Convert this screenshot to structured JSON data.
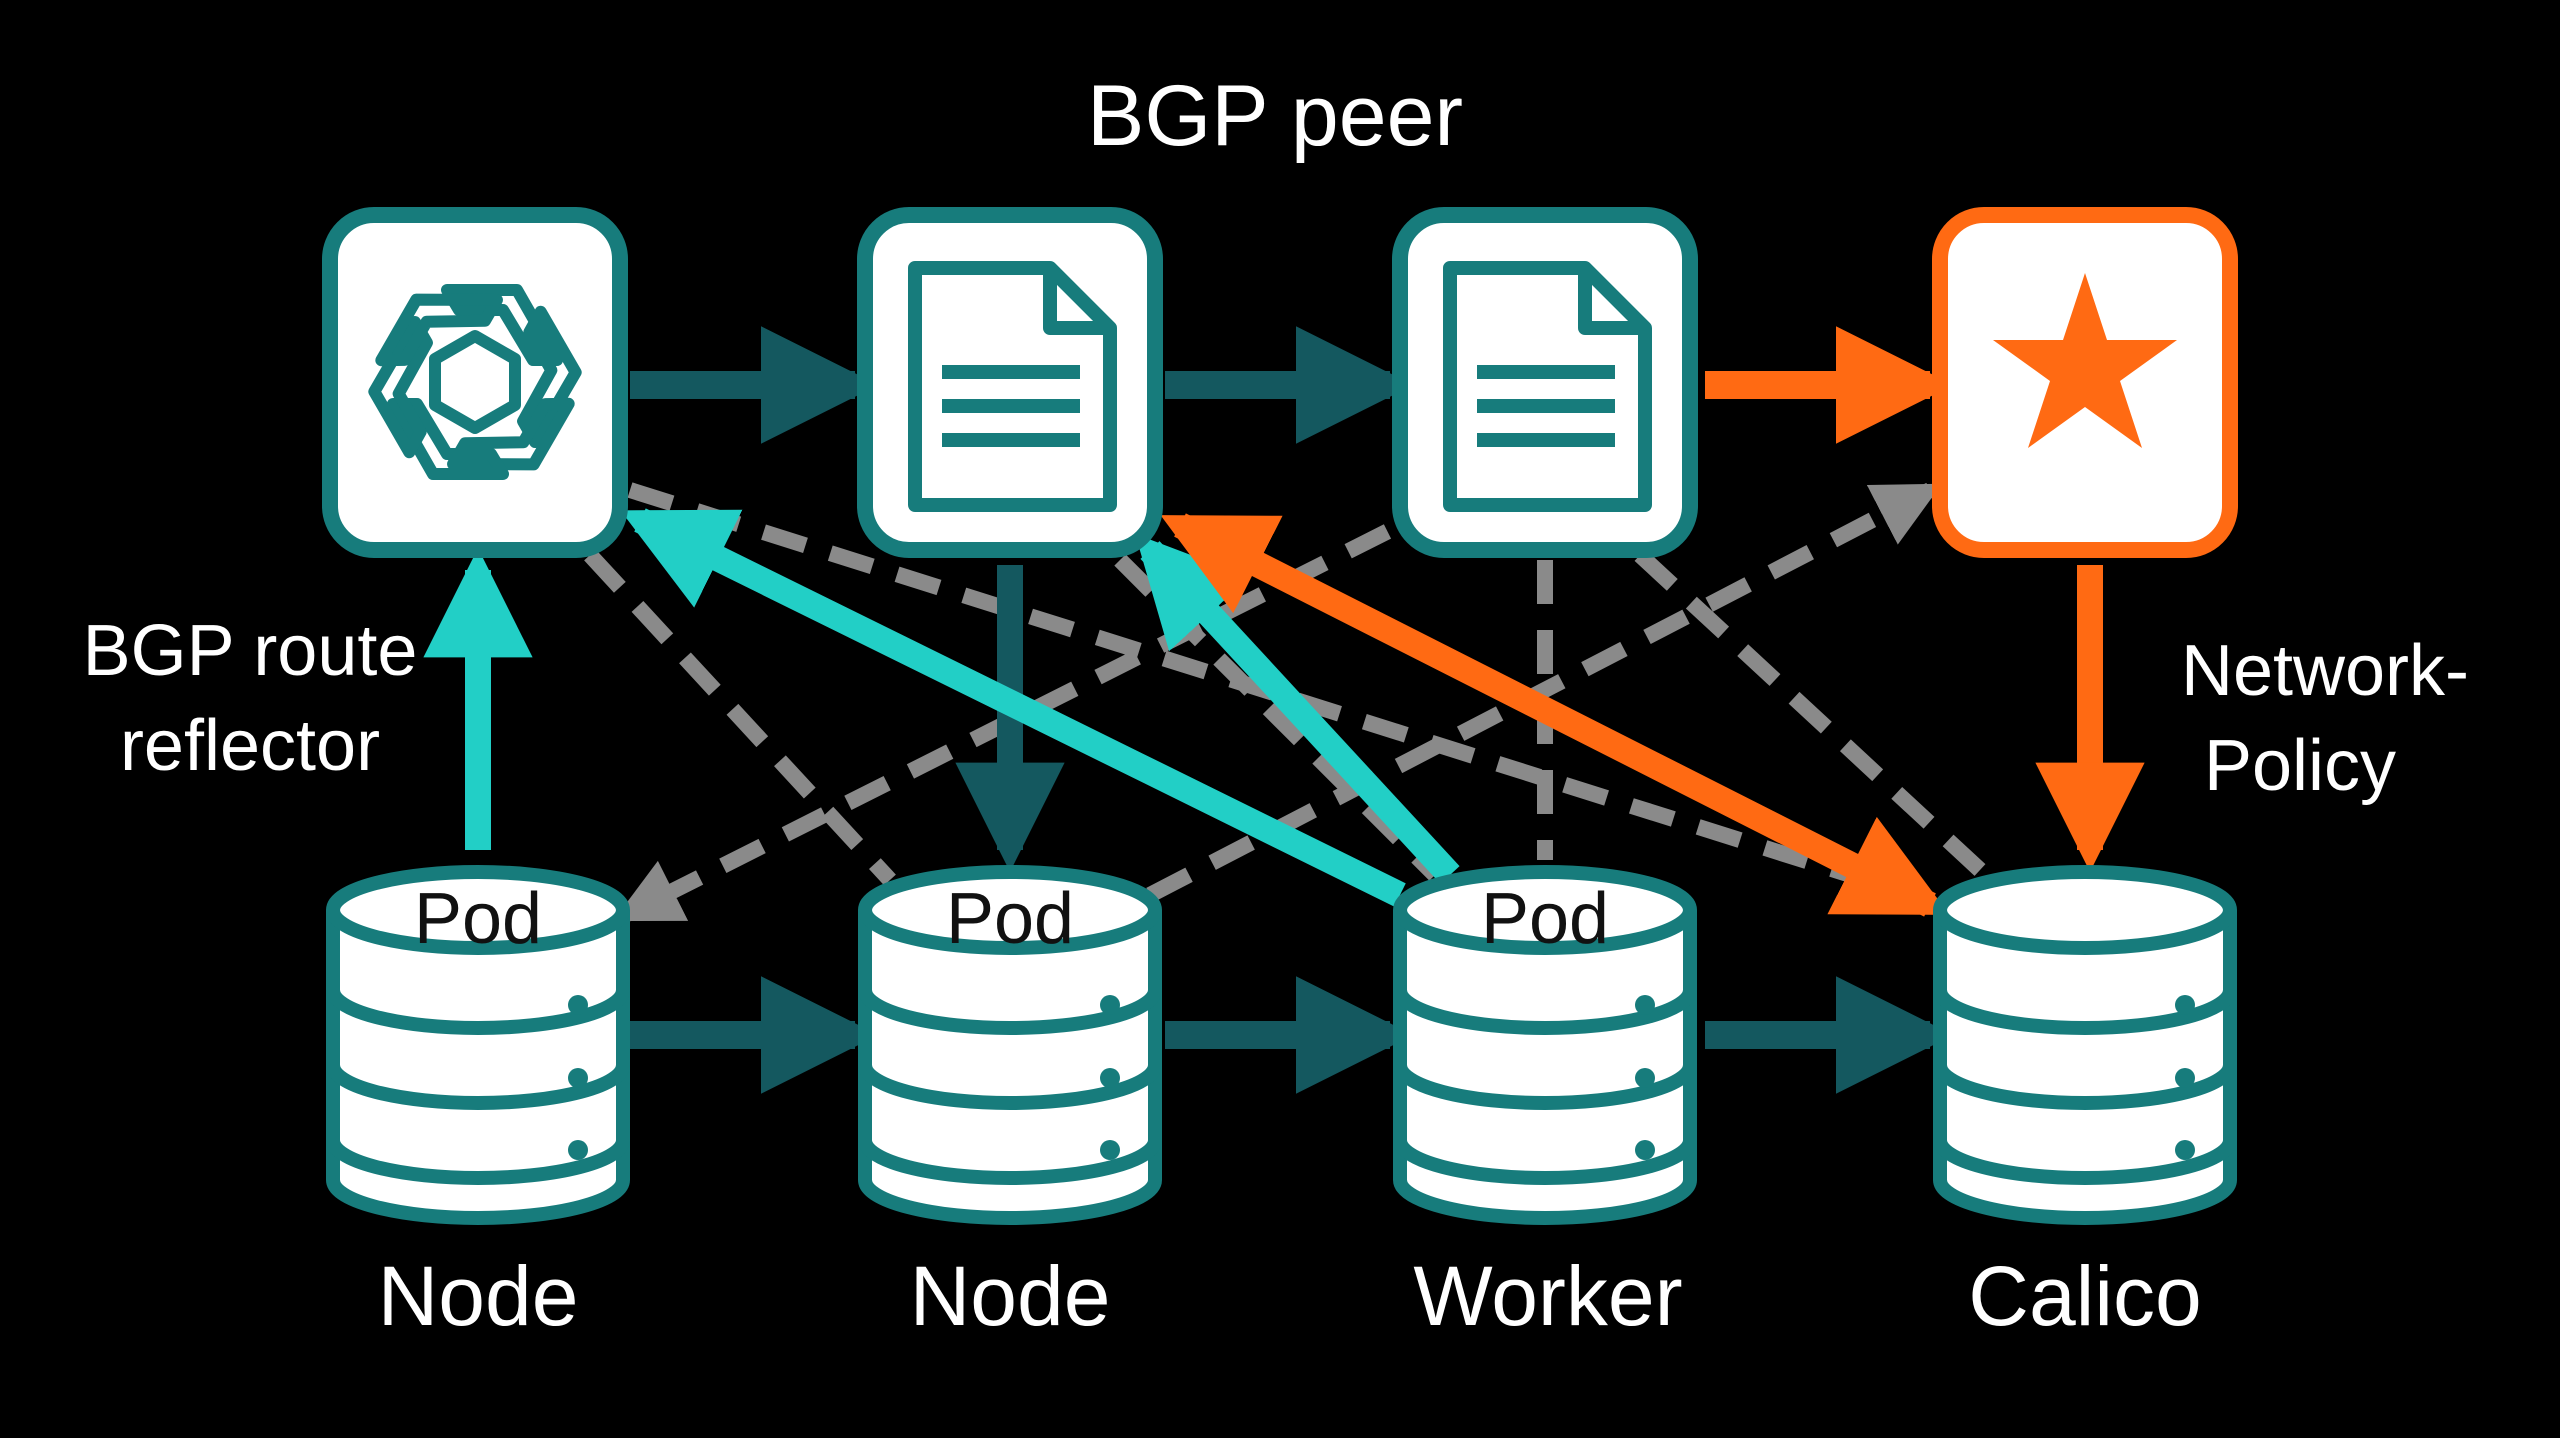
{
  "title": "BGP peer",
  "left_label": {
    "line1": "BGP route",
    "line2": "reflector"
  },
  "right_label": {
    "line1": "Network-",
    "line2": "Policy"
  },
  "pod_label": "Pod",
  "bottom_labels": [
    "Node",
    "Node",
    "Worker",
    "Calico"
  ],
  "top_nodes": [
    {
      "icon": "openai-knot-icon",
      "style": "teal"
    },
    {
      "icon": "document-icon",
      "style": "teal"
    },
    {
      "icon": "document-icon",
      "style": "teal"
    },
    {
      "icon": "star-icon",
      "style": "orange"
    }
  ],
  "colors": {
    "background": "#000000",
    "teal": "#177c7c",
    "teal_dark": "#14585f",
    "cyan": "#22cfc6",
    "orange": "#ff6a13",
    "gray_dash": "#8a8a8a",
    "white": "#ffffff"
  }
}
